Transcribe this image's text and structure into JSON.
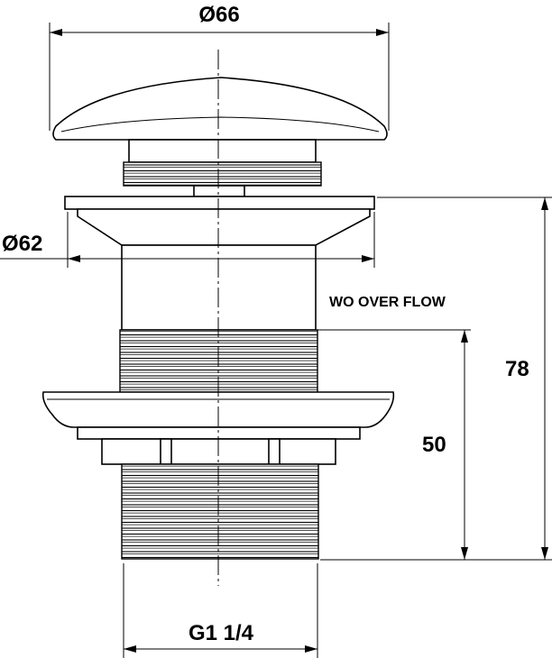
{
  "title": "Pop-up basin waste without overflow – technical drawing",
  "dimensions": {
    "cap_diameter": "Ø66",
    "flange_diameter": "Ø62",
    "total_height": "78",
    "thread_height": "50",
    "thread_size": "G1 1/4"
  },
  "note": "WO OVER FLOW"
}
